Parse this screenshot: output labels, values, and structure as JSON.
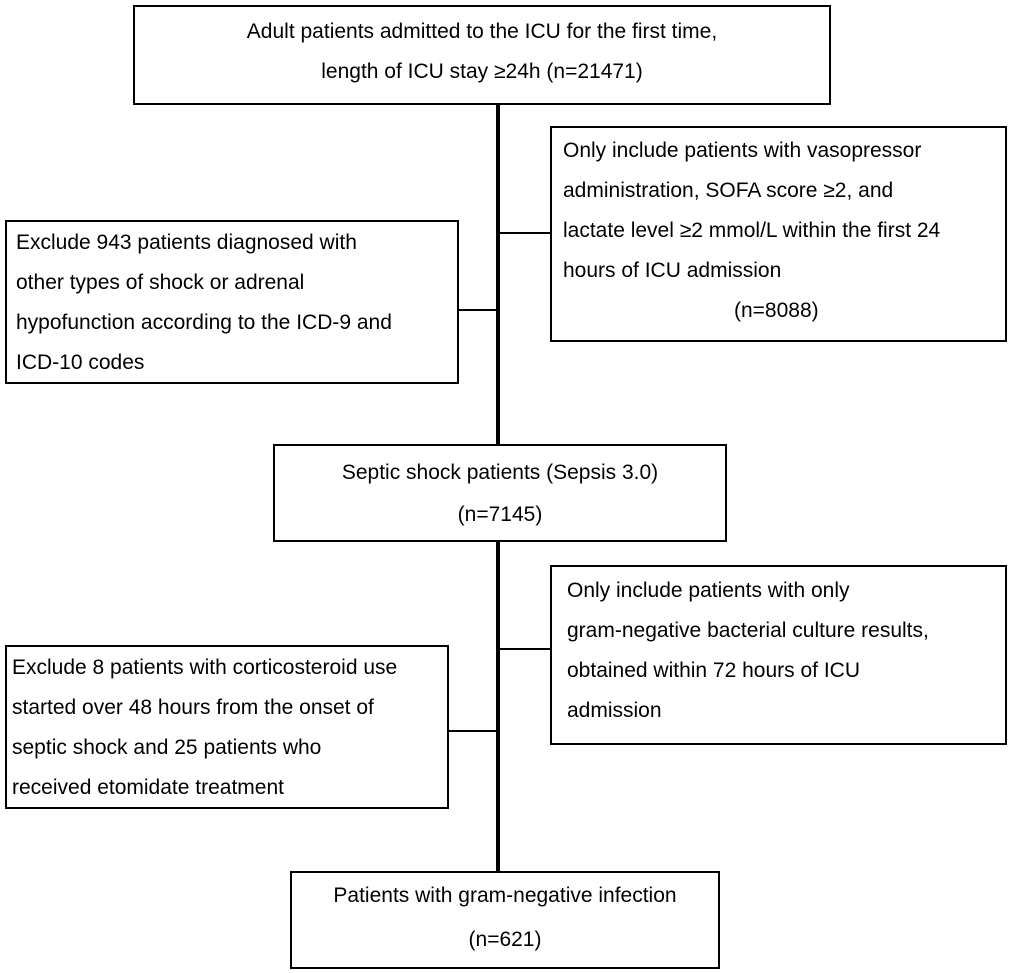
{
  "boxes": {
    "initial": {
      "line1": "Adult patients admitted to the ICU for the first time,",
      "line2": "length of ICU stay ≥24h   (n=21471)"
    },
    "include_1": {
      "line1": "Only include patients with vasopressor",
      "line2": "administration, SOFA score ≥2, and",
      "line3": "lactate level ≥2 mmol/L within the first 24",
      "line4": "hours of ICU admission",
      "count": "(n=8088)"
    },
    "exclude_1": {
      "line1": "Exclude 943 patients diagnosed with",
      "line2": "other types of shock or adrenal",
      "line3": "hypofunction according to the ICD-9 and",
      "line4": "ICD-10 codes"
    },
    "septic_shock": {
      "line1": "Septic shock patients (Sepsis 3.0)",
      "line2": "(n=7145)"
    },
    "include_2": {
      "line1": "Only include patients with only",
      "line2": "gram-negative bacterial culture results,",
      "line3": "obtained within 72 hours of ICU",
      "line4": "admission"
    },
    "exclude_2": {
      "line1": "Exclude 8 patients with corticosteroid use",
      "line2": "started over 48 hours from the onset of",
      "line3": "septic shock and 25 patients who",
      "line4": "received etomidate treatment"
    },
    "final": {
      "line1": "Patients with gram-negative infection",
      "line2": "(n=621)"
    }
  }
}
